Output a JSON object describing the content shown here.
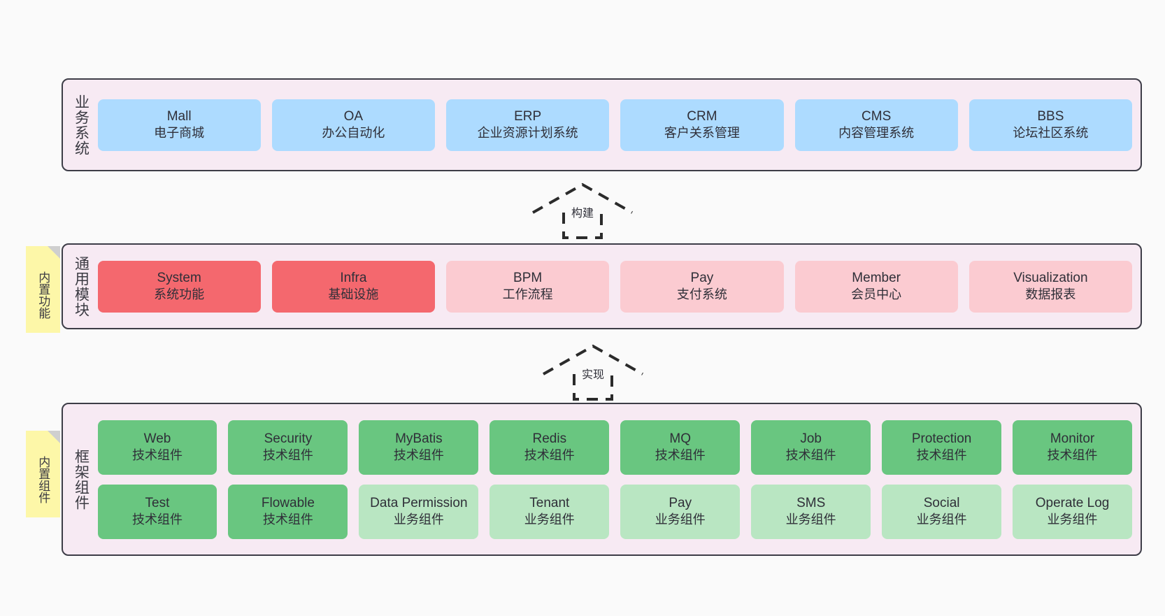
{
  "diagram": {
    "background_color": "#fafafa",
    "layers": [
      {
        "id": "business",
        "label": "业务系统",
        "rows": [
          {
            "nodes": [
              {
                "title": "Mall",
                "sub": "电子商城",
                "style": "blue"
              },
              {
                "title": "OA",
                "sub": "办公自动化",
                "style": "blue"
              },
              {
                "title": "ERP",
                "sub": "企业资源计划系统",
                "style": "blue"
              },
              {
                "title": "CRM",
                "sub": "客户关系管理",
                "style": "blue"
              },
              {
                "title": "CMS",
                "sub": "内容管理系统",
                "style": "blue"
              },
              {
                "title": "BBS",
                "sub": "论坛社区系统",
                "style": "blue"
              }
            ]
          }
        ]
      },
      {
        "id": "common",
        "label": "通用模块",
        "rows": [
          {
            "nodes": [
              {
                "title": "System",
                "sub": "系统功能",
                "style": "red"
              },
              {
                "title": "Infra",
                "sub": "基础设施",
                "style": "red"
              },
              {
                "title": "BPM",
                "sub": "工作流程",
                "style": "pink"
              },
              {
                "title": "Pay",
                "sub": "支付系统",
                "style": "pink"
              },
              {
                "title": "Member",
                "sub": "会员中心",
                "style": "pink"
              },
              {
                "title": "Visualization",
                "sub": "数据报表",
                "style": "pink"
              }
            ]
          }
        ]
      },
      {
        "id": "framework",
        "label": "框架组件",
        "rows": [
          {
            "nodes": [
              {
                "title": "Web",
                "sub": "技术组件",
                "style": "green"
              },
              {
                "title": "Security",
                "sub": "技术组件",
                "style": "green"
              },
              {
                "title": "MyBatis",
                "sub": "技术组件",
                "style": "green"
              },
              {
                "title": "Redis",
                "sub": "技术组件",
                "style": "green"
              },
              {
                "title": "MQ",
                "sub": "技术组件",
                "style": "green"
              },
              {
                "title": "Job",
                "sub": "技术组件",
                "style": "green"
              },
              {
                "title": "Protection",
                "sub": "技术组件",
                "style": "green"
              },
              {
                "title": "Monitor",
                "sub": "技术组件",
                "style": "green"
              }
            ]
          },
          {
            "nodes": [
              {
                "title": "Test",
                "sub": "技术组件",
                "style": "green"
              },
              {
                "title": "Flowable",
                "sub": "技术组件",
                "style": "green"
              },
              {
                "title": "Data Permission",
                "sub": "业务组件",
                "style": "lgreen"
              },
              {
                "title": "Tenant",
                "sub": "业务组件",
                "style": "lgreen"
              },
              {
                "title": "Pay",
                "sub": "业务组件",
                "style": "lgreen"
              },
              {
                "title": "SMS",
                "sub": "业务组件",
                "style": "lgreen"
              },
              {
                "title": "Social",
                "sub": "业务组件",
                "style": "lgreen"
              },
              {
                "title": "Operate Log",
                "sub": "业务组件",
                "style": "lgreen"
              }
            ]
          }
        ]
      }
    ],
    "sticky_notes": [
      {
        "id": "builtin-func",
        "text": "内置功能",
        "color": "#fdf7a8"
      },
      {
        "id": "builtin-comp",
        "text": "内置组件",
        "color": "#fdf7a8"
      }
    ],
    "connectors": [
      {
        "id": "build",
        "label": "构建",
        "style": "dashed-hollow-arrow-up"
      },
      {
        "id": "impl",
        "label": "实现",
        "style": "dashed-hollow-arrow-up"
      }
    ],
    "colors": {
      "panel_bg": "#f7eaf3",
      "panel_border": "#3d3d47",
      "blue": "#addbff",
      "red": "#f4686e",
      "pink": "#fbcbd1",
      "green": "#69c680",
      "light_green": "#b9e6c2",
      "sticky_yellow": "#fdf7a8",
      "sticky_fold": "#cfcfcf"
    }
  }
}
